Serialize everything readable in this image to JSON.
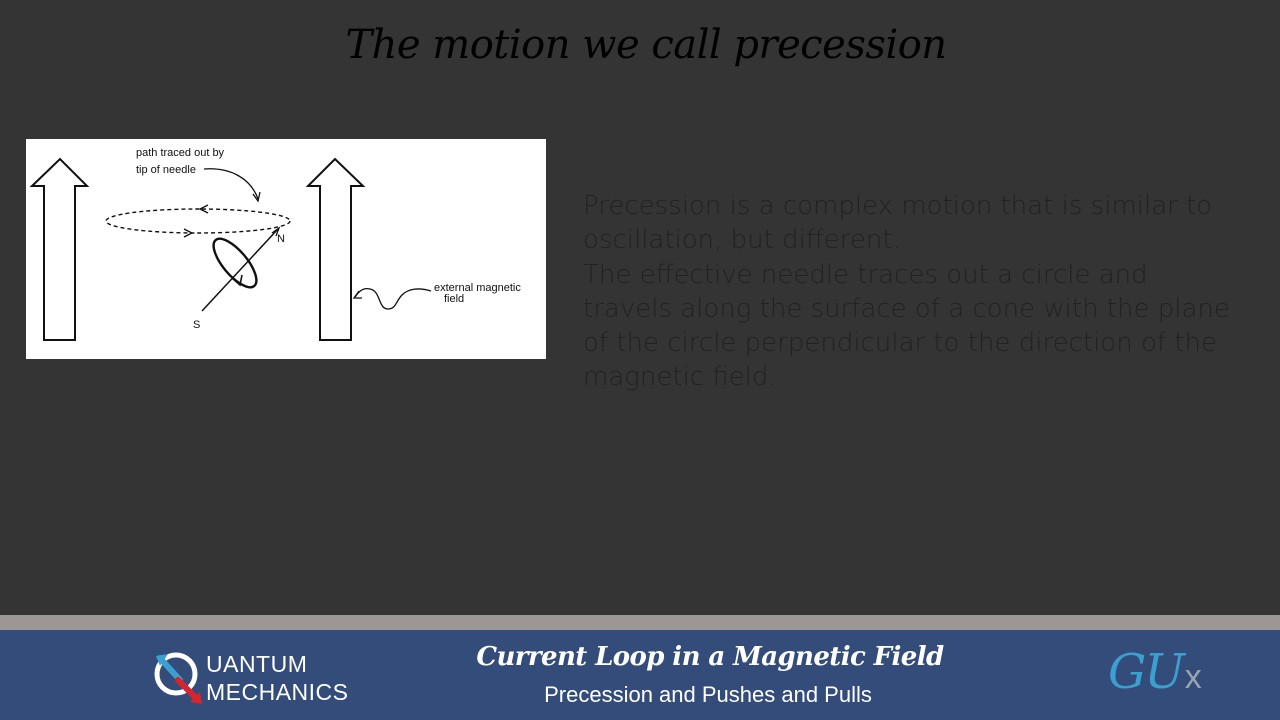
{
  "slide": {
    "title": "The motion we call precession",
    "paragraphs": [
      "Precession is a complex motion that is similar to oscillation, but different.",
      "The effective needle traces out a circle and travels along the surface of a cone with the plane of the circle perpendicular to the direction of the magnetic field."
    ]
  },
  "figure": {
    "path_label_line1": "path traced out by",
    "path_label_line2": "tip of needle",
    "north_label": "N",
    "south_label": "S",
    "field_label_line1": "external magnetic",
    "field_label_line2": "field"
  },
  "footer": {
    "logo_line1": "UANTUM",
    "logo_line2": "MECHANICS",
    "course_title": "Current Loop in a Magnetic Field",
    "course_subtitle": "Precession and Pushes and Pulls",
    "partner_logo_main": "GU",
    "partner_logo_suffix": "x"
  },
  "colors": {
    "background": "#343434",
    "footer_band": "#334c7a",
    "footer_strip": "#9a9794",
    "logo_blue": "#3b9fd0",
    "logo_red": "#d8242c"
  }
}
